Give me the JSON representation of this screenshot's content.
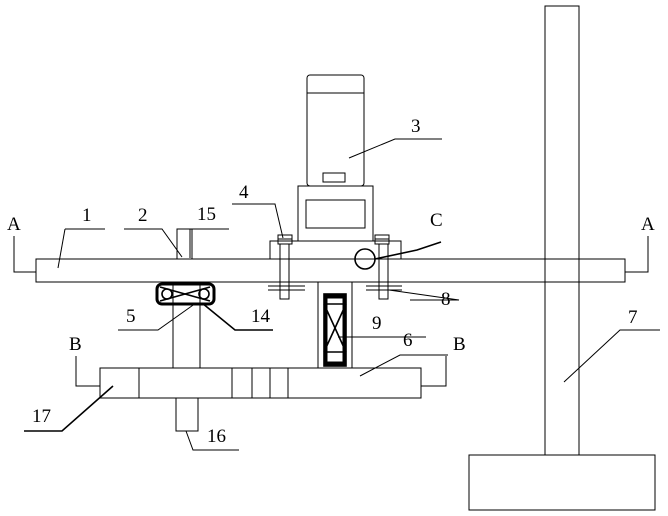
{
  "labels": {
    "n1": "1",
    "n2": "2",
    "n3": "3",
    "n4": "4",
    "n5": "5",
    "n6": "6",
    "n7": "7",
    "n8": "8",
    "n9": "9",
    "n14": "14",
    "n15": "15",
    "n16": "16",
    "n17": "17",
    "a_left": "A",
    "a_right": "A",
    "b_left": "B",
    "b_right": "B",
    "c": "C"
  }
}
